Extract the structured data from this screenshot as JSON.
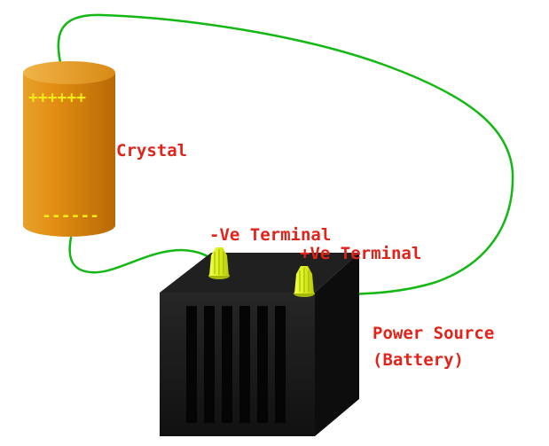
{
  "diagram": {
    "crystal": {
      "label": "Crystal",
      "positive_marks": "++++++",
      "negative_marks": "------"
    },
    "battery": {
      "negative_terminal_label": "-Ve Terminal",
      "positive_terminal_label": "+Ve Terminal",
      "power_source_line1": "Power Source",
      "power_source_line2": "(Battery)"
    },
    "colors": {
      "label_text": "#e2231a",
      "crystal_body": "#e08a10",
      "crystal_marks": "#f2ea1a",
      "wire": "#14b814",
      "battery_body": "#1c1c1c",
      "terminal": "#d8ee1a"
    }
  }
}
